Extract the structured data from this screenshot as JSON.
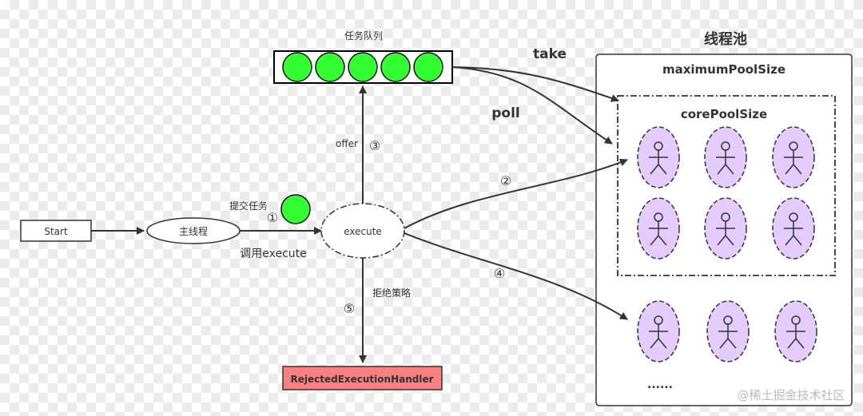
{
  "labels": {
    "queue_title": "任务队列",
    "pool_title": "线程池",
    "take": "take",
    "poll": "poll",
    "max_pool": "maximumPoolSize",
    "core_pool": "corePoolSize",
    "start": "Start",
    "main_thread": "主线程",
    "execute": "execute",
    "call_execute": "调用execute",
    "submit_task": "提交任务",
    "offer": "offer",
    "reject_policy": "拒绝策略",
    "handler": "RejectedExecutionHandler",
    "dots": "......",
    "watermark": "@稀土掘金技术社区"
  },
  "steps": {
    "s1": "①",
    "s2": "②",
    "s3": "③",
    "s4": "④",
    "s5": "⑤"
  },
  "colors": {
    "queue_ball": "#33ff33",
    "thread_fill": "#e5ccff",
    "handler_fill": "#f88080",
    "line": "#333333"
  },
  "icons": {
    "worker": "stick-figure-icon",
    "task": "green-circle-icon"
  }
}
